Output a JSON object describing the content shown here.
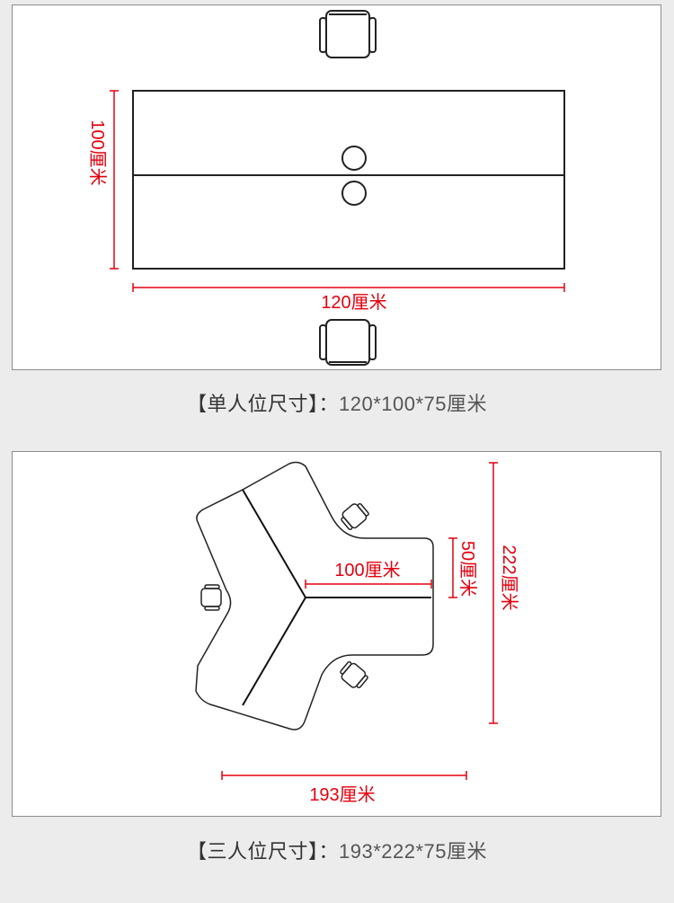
{
  "colors": {
    "dimension": "#e3000f",
    "outline": "#222222",
    "panel_border": "#8c8c8c"
  },
  "single": {
    "width_label": "120厘米",
    "depth_label": "100厘米",
    "caption_label": "【单人位尺寸】：",
    "caption_value": "120*100*75厘米"
  },
  "triple": {
    "width_label": "193厘米",
    "height_label": "222厘米",
    "arm_label": "100厘米",
    "arm_width_label": "50厘米",
    "caption_label": "【三人位尺寸】：",
    "caption_value": "193*222*75厘米"
  },
  "icons": [
    "chair-icon",
    "grommet-icon"
  ]
}
